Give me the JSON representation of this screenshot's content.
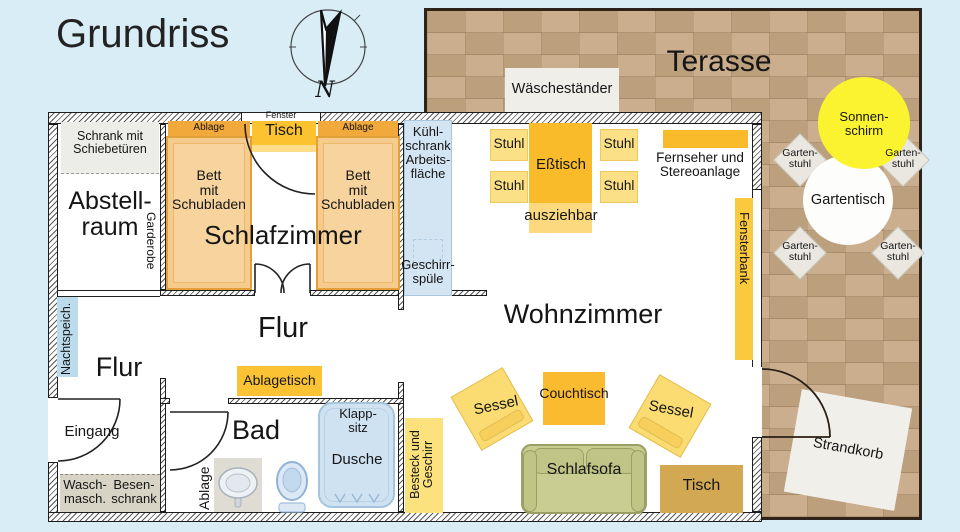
{
  "meta": {
    "title": "Grundriss",
    "compass_north": "N"
  },
  "rooms": {
    "abstellraum": "Abstell-\nraum",
    "schlafzimmer": "Schlafzimmer",
    "flur_center": "Flur",
    "flur_left": "Flur",
    "bad": "Bad",
    "wohnzimmer": "Wohnzimmer",
    "terrasse": "Terasse",
    "eingang": "Eingang"
  },
  "labels": {
    "fenster": "Fenster",
    "schrank": "Schrank mit\nSchiebetüren",
    "garderobe": "Garderobe",
    "nachtspeicher": "Nachtspeich.",
    "ablage": "Ablage",
    "bett": "Bett\nmit\nSchubladen",
    "tisch_klein": "Tisch",
    "kuehlschrank": "Kühl-\nschrank",
    "arbeitsflaeche": "Arbeits-\nfläche",
    "geschirrspuele": "Geschirr-\nspüle",
    "stuhl": "Stuhl",
    "esstisch": "Eßtisch",
    "ausziehbar": "ausziehbar",
    "fernseher": "Fernseher und\nStereoanlage",
    "fensterbank": "Fensterbank",
    "besteck": "Besteck und\nGeschirr",
    "ablagetisch": "Ablagetisch",
    "klappsitz": "Klapp-\nsitz",
    "dusche": "Dusche",
    "ablage_bad": "Ablage",
    "waschmaschine": "Wasch-\nmasch.",
    "besenschrank": "Besen-\nschrank",
    "couchtisch": "Couchtisch",
    "sessel": "Sessel",
    "schlafsofa": "Schlafsofa",
    "tisch_gross": "Tisch"
  },
  "terrace": {
    "waeschestaender": "Wäscheständer",
    "sonnenschirm": "Sonnen-\nschirm",
    "gartenstuhl": "Garten-\nstuhl",
    "gartentisch": "Gartentisch",
    "strandkorb": "Strandkorb"
  },
  "colors": {
    "background": "#d9edf7",
    "accent_orange": "#f9bb2a",
    "light_yellow": "#fbe086",
    "bed_fill": "#f5cb8e",
    "bed_border": "#e2a03a",
    "kitchen_blue": "#d3e4f3",
    "sofa_green": "#cacd92",
    "terrace_brick": "#c7a987",
    "sun_yellow": "#fbf32f",
    "table_tan": "#d2a852"
  }
}
